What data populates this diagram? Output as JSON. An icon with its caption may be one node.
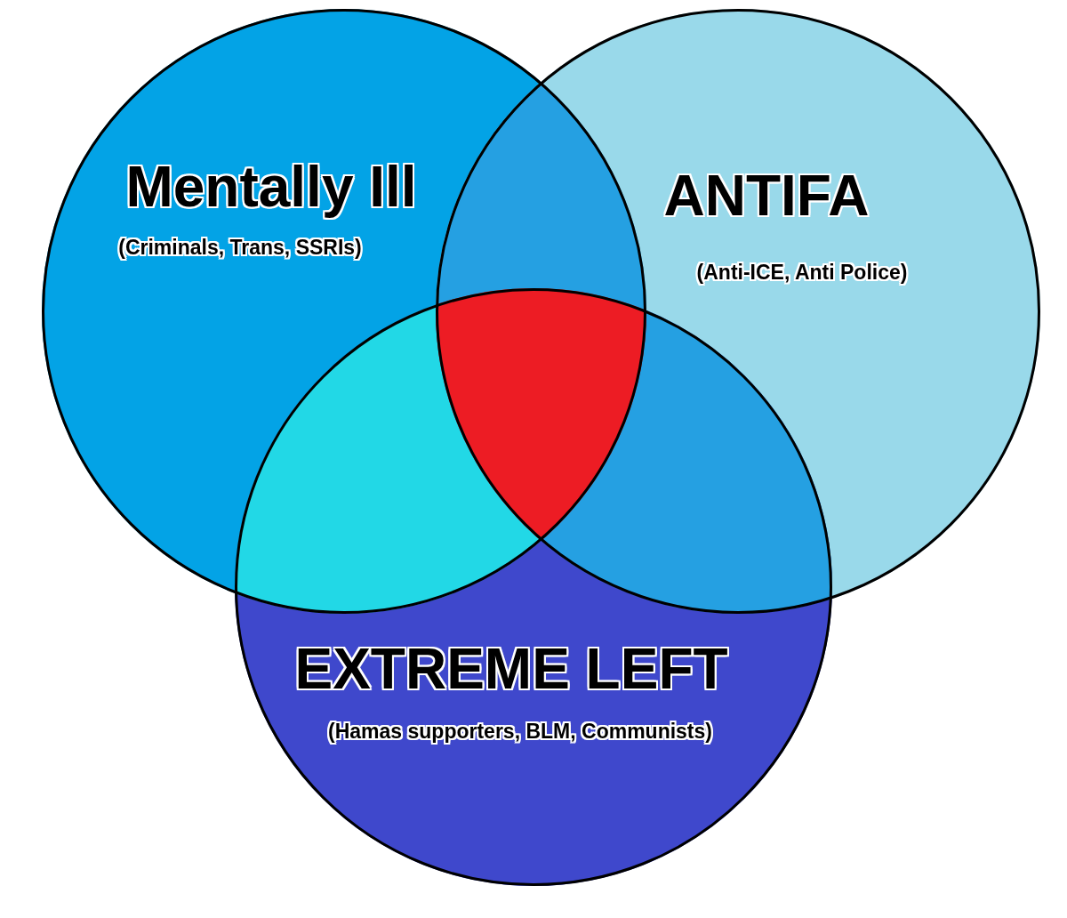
{
  "diagram": {
    "nodes": [
      {
        "text": [
          "Mentally Ill",
          "(Criminals, Trans, SSRIs)"
        ]
      },
      {
        "text": [
          "ANTIFA",
          "(Anti-ICE, Anti Police)"
        ]
      },
      {
        "text": [
          "EXTREME LEFT",
          "(Hamas supporters, BLM, Communists)"
        ]
      }
    ],
    "edges": []
  }
}
